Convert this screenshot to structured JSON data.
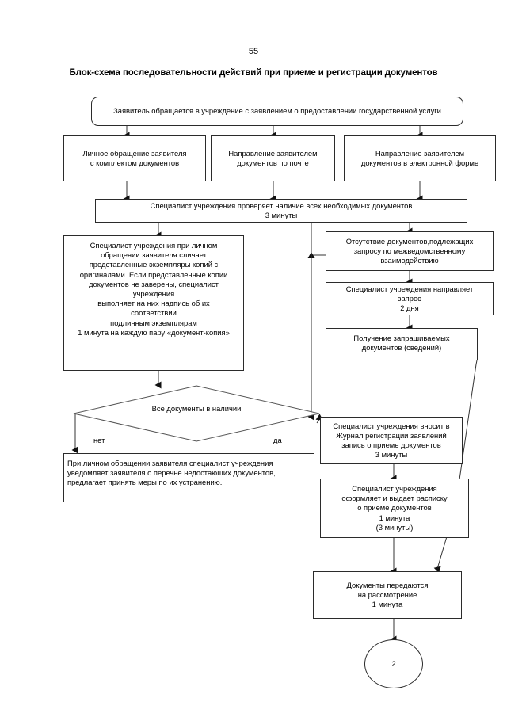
{
  "document": {
    "page_number": "55",
    "title": "Блок-схема последовательности действий при приеме и регистрации документов"
  },
  "chart_data": {
    "type": "diagram",
    "subtype": "flowchart",
    "orientation": "top-down",
    "title": "Блок-схема последовательности действий при приеме и регистрации документов",
    "nodes": [
      {
        "id": "start",
        "shape": "rounded-rect",
        "text": "Заявитель обращается в учреждение с заявлением о предоставлении государственной услуги"
      },
      {
        "id": "personal",
        "shape": "rect",
        "text": "Личное обращение заявителя\nс комплектом документов"
      },
      {
        "id": "mail",
        "shape": "rect",
        "text": "Направление заявителем\nдокументов по почте"
      },
      {
        "id": "electronic",
        "shape": "rect",
        "text": "Направление заявителем\nдокументов в электронной форме"
      },
      {
        "id": "check",
        "shape": "rect",
        "text": "Специалист учреждения проверяет наличие всех необходимых документов\n3 минуты"
      },
      {
        "id": "compare",
        "shape": "rect",
        "text": "Специалист учреждения при личном\nобращении заявителя сличает\nпредставленные экземпляры копий с\nоригиналами. Если представленные копии\nдокументов не заверены, специалист\nучреждения\nвыполняет на них надпись об их\nсоответствии\nподлинным экземплярам\n1 минута на каждую пару «документ-копия»"
      },
      {
        "id": "missing",
        "shape": "rect",
        "text": "Отсутствие документов,подлежащих\nзапросу по межведомственному\nвзаимодействию"
      },
      {
        "id": "request",
        "shape": "rect",
        "text": "Специалист учреждения направляет\nзапрос\n2 дня"
      },
      {
        "id": "received",
        "shape": "rect",
        "text": "Получение запрашиваемых\nдокументов (сведений)"
      },
      {
        "id": "decision",
        "shape": "diamond",
        "text": "Все документы в наличии"
      },
      {
        "id": "notify",
        "shape": "rect",
        "text": "При личном обращении заявителя специалист учреждения\nуведомляет заявителя о перечне недостающих документов,\nпредлагает принять меры по их устранению."
      },
      {
        "id": "journal",
        "shape": "rect",
        "text": "Специалист учреждения вносит в\nЖурнал регистрации заявлений\nзапись о приеме документов\n3 минуты"
      },
      {
        "id": "receipt",
        "shape": "rect",
        "text": "Специалист учреждения\nоформляет и выдает расписку\nо приеме документов\n1 минута\n(3 минуты)"
      },
      {
        "id": "transfer",
        "shape": "rect",
        "text": "Документы передаются\nна рассмотрение\n1 минута"
      },
      {
        "id": "connector2",
        "shape": "circle",
        "text": "2"
      }
    ],
    "edges": [
      {
        "from": "start",
        "to": "personal",
        "label": ""
      },
      {
        "from": "start",
        "to": "mail",
        "label": ""
      },
      {
        "from": "start",
        "to": "electronic",
        "label": ""
      },
      {
        "from": "personal",
        "to": "check",
        "label": ""
      },
      {
        "from": "mail",
        "to": "check",
        "label": ""
      },
      {
        "from": "electronic",
        "to": "check",
        "label": ""
      },
      {
        "from": "check",
        "to": "compare",
        "label": ""
      },
      {
        "from": "check",
        "to": "missing",
        "label": ""
      },
      {
        "from": "missing",
        "to": "compare",
        "label": ""
      },
      {
        "from": "missing",
        "to": "request",
        "label": ""
      },
      {
        "from": "request",
        "to": "received",
        "label": ""
      },
      {
        "from": "compare",
        "to": "decision",
        "label": ""
      },
      {
        "from": "decision",
        "to": "notify",
        "label": "нет"
      },
      {
        "from": "decision",
        "to": "journal",
        "label": "да"
      },
      {
        "from": "journal",
        "to": "receipt",
        "label": ""
      },
      {
        "from": "receipt",
        "to": "transfer",
        "label": ""
      },
      {
        "from": "received",
        "to": "transfer",
        "label": ""
      },
      {
        "from": "transfer",
        "to": "connector2",
        "label": ""
      }
    ],
    "edge_labels": {
      "no": "нет",
      "yes": "да"
    }
  }
}
